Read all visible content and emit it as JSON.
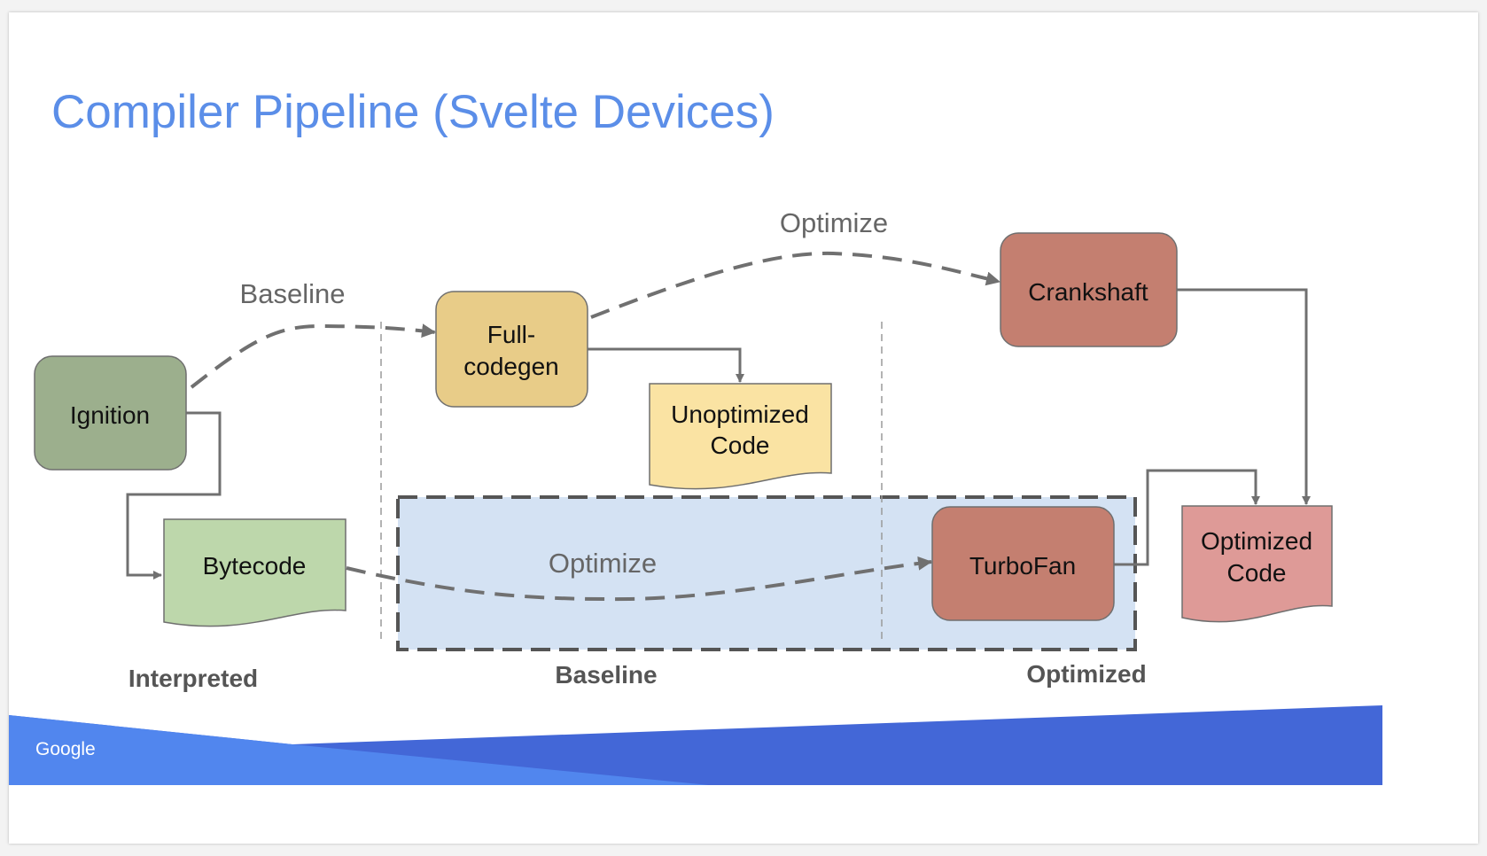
{
  "slide": {
    "title": "Compiler Pipeline (Svelte Devices)",
    "footer_logo": "Google"
  },
  "nodes": {
    "ignition": "Ignition",
    "bytecode": "Bytecode",
    "fullcodegen_line1": "Full-",
    "fullcodegen_line2": "codegen",
    "unoptimized_line1": "Unoptimized",
    "unoptimized_line2": "Code",
    "crankshaft": "Crankshaft",
    "turbofan": "TurboFan",
    "optimized_line1": "Optimized",
    "optimized_line2": "Code"
  },
  "edges": {
    "baseline": "Baseline",
    "optimize_top": "Optimize",
    "optimize_bottom": "Optimize"
  },
  "tiers": {
    "interpreted": "Interpreted",
    "baseline": "Baseline",
    "optimized": "Optimized"
  },
  "colors": {
    "title_blue": "#5b8ee8",
    "ignition": "#9caf8d",
    "bytecode": "#bdd7ab",
    "fullcodegen": "#e8cc88",
    "unoptimized_code": "#fae3a3",
    "crankshaft": "#c47f70",
    "turbofan": "#c47f70",
    "optimized_code": "#de9a97",
    "highlight_region": "#d4e2f3",
    "arrow_gray": "#707070",
    "footer_blue_light": "#5186ee",
    "footer_blue_dark": "#4367d7"
  }
}
